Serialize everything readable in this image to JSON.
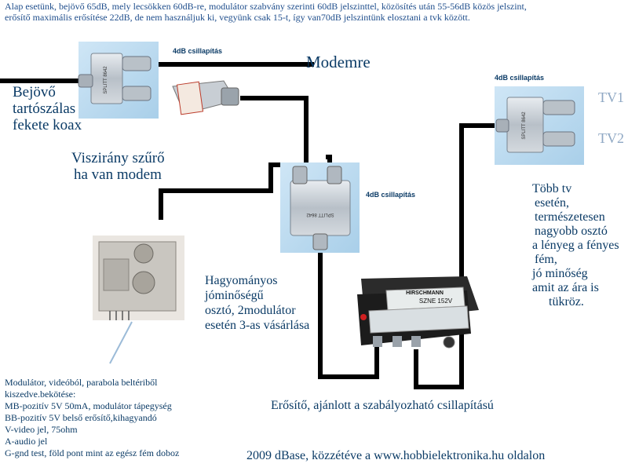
{
  "intro": [
    "Alap esetünk, bejövő 65dB, mely lecsökken 60dB-re, modulátor szabvány szerinti 60dB jelszinttel, közösítés után 55-56dB közös jelszint,",
    "erősítő maximális erősítése 22dB, de nem használjuk ki, vegyünk csak 15-t, így van70dB jelszintünk elosztani a tvk között."
  ],
  "labels": {
    "atten_top": "4dB csillapítás",
    "atten_right": "4dB csillapítás",
    "atten_mid": "4dB csillapítás",
    "modem": "Modemre",
    "input": [
      "Bejövő",
      "tartószálas",
      "fekete koax"
    ],
    "filter": [
      "Viszirány szűrő",
      "ha van modem"
    ],
    "tv1": "TV1",
    "tv2": "TV2",
    "splitter_note": [
      "Hagyományos",
      "jóminőségű",
      "osztó, 2modulátor",
      "esetén 3-as vásárlása"
    ],
    "more_tv": [
      "Több tv",
      "esetén,",
      "természetesen",
      "nagyobb osztó",
      "a lényeg a fényes",
      "fém,",
      "jó minőség",
      "amit az ára is",
      "tükröz."
    ],
    "modulator": [
      "Modulátor, videóból, parabola beltériből",
      "kiszedve.bekötése:",
      "MB-pozitív 5V 50mA, modulátor tápegység",
      "BB-pozitív 5V belső erősítő,kihagyandó",
      "V-video jel, 75ohm",
      "A-audio jel",
      "G-gnd test, föld pont mint az egész fém doboz"
    ],
    "amp": "Erősítő, ajánlott a szabályozható csillapítású",
    "footer": "2009 dBase, közzétéve a www.hobbielektronika.hu oldalon"
  },
  "devices": {
    "splitter_text": "SPLITT 8642",
    "amp_brand": "HIRSCHMANN",
    "amp_model": "SZNE 152V"
  }
}
